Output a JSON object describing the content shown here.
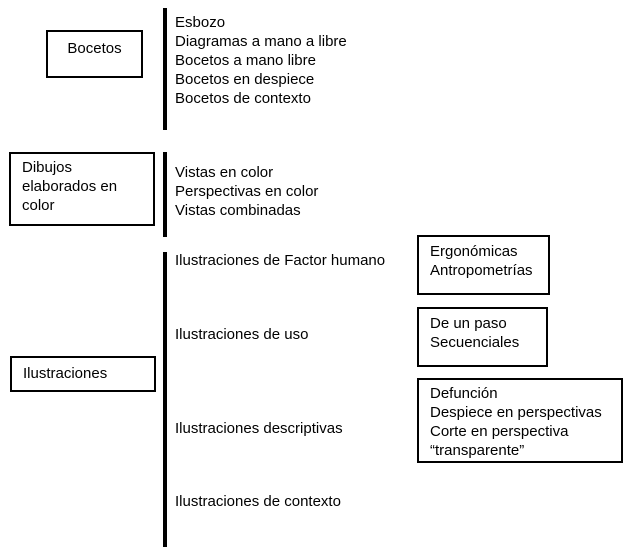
{
  "colors": {
    "text": "#000000",
    "border": "#000000",
    "background": "#ffffff"
  },
  "bocetos": {
    "label": "Bocetos",
    "items": [
      "Esbozo",
      "Diagramas a mano a libre",
      "Bocetos a mano libre",
      "Bocetos en despiece",
      "Bocetos de contexto"
    ]
  },
  "dibujos": {
    "label": "Dibujos elaborados en color",
    "items": [
      "Vistas en color",
      "Perspectivas en color",
      "Vistas combinadas"
    ]
  },
  "ilustraciones": {
    "label": "Ilustraciones",
    "items": [
      {
        "label": "Ilustraciones de Factor humano",
        "sub": [
          "Ergonómicas",
          "Antropometrías"
        ]
      },
      {
        "label": "Ilustraciones de uso",
        "sub": [
          "De un paso",
          "Secuenciales"
        ]
      },
      {
        "label": "Ilustraciones descriptivas",
        "sub": [
          "Defunción",
          "Despiece en perspectivas",
          "Corte en perspectiva",
          "“transparente”"
        ]
      },
      {
        "label": "Ilustraciones de contexto",
        "sub": []
      }
    ]
  }
}
